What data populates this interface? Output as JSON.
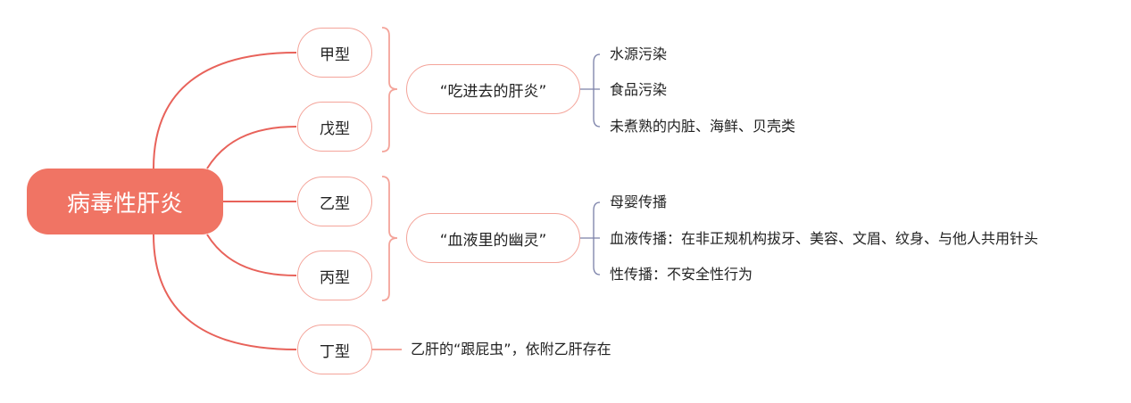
{
  "root": "病毒性肝炎",
  "types": [
    "甲型",
    "戊型",
    "乙型",
    "丙型",
    "丁型"
  ],
  "groups": [
    {
      "label": "“吃进去的肝炎”",
      "leaves": [
        "水源污染",
        "食品污染",
        "未煮熟的内脏、海鲜、贝壳类"
      ]
    },
    {
      "label": "“血液里的幽灵”",
      "leaves": [
        "母婴传播",
        "血液传播：在非正规机构拔牙、美容、文眉、纹身、与他人共用针头",
        "性传播：不安全性行为"
      ]
    }
  ],
  "hdv_note": "乙肝的“跟屁虫”，依附乙肝存在",
  "colors": {
    "root": "#f07464",
    "branch": "#e8625a",
    "node_border": "#f4a49a",
    "leaf_brace": "#7a80a8"
  }
}
